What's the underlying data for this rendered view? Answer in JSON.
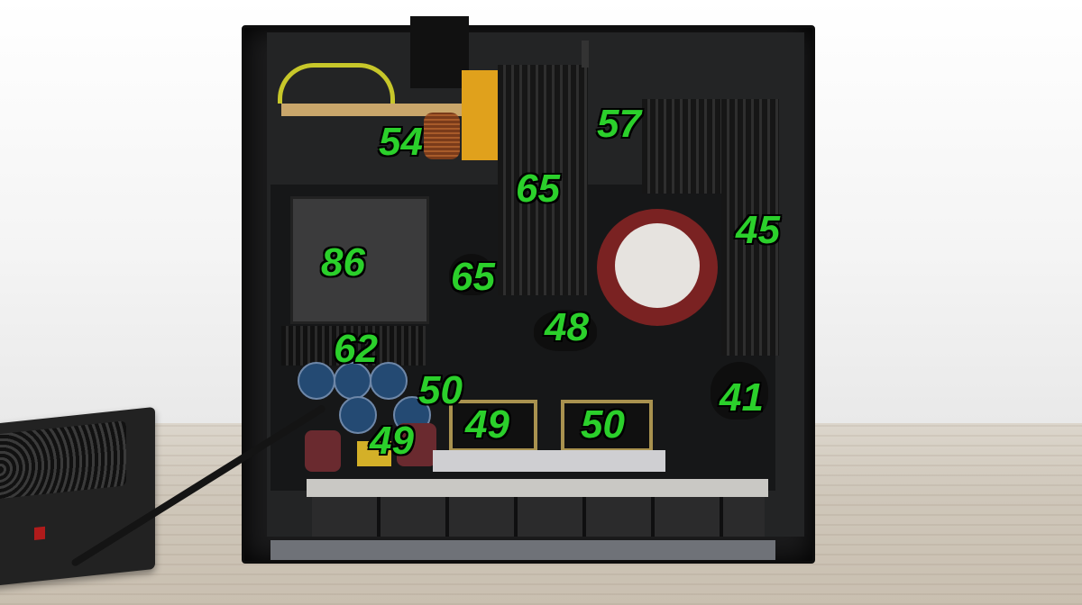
{
  "scene": {
    "subject": "psu-interior-thermal-readings"
  },
  "temperature_labels": [
    {
      "id": "filter-choke",
      "value": "54"
    },
    {
      "id": "primary-heatsink",
      "value": "65"
    },
    {
      "id": "top-right-component",
      "value": "57"
    },
    {
      "id": "right-heatsink",
      "value": "45"
    },
    {
      "id": "main-transformer",
      "value": "86"
    },
    {
      "id": "bridge-area",
      "value": "65"
    },
    {
      "id": "center-mosfet",
      "value": "48"
    },
    {
      "id": "secondary-heatsink",
      "value": "62"
    },
    {
      "id": "output-caps-top",
      "value": "50"
    },
    {
      "id": "right-mosfet",
      "value": "41"
    },
    {
      "id": "dcdc-module-left",
      "value": "49"
    },
    {
      "id": "dcdc-module-right",
      "value": "50"
    },
    {
      "id": "output-caps-bottom",
      "value": "49"
    }
  ],
  "colors": {
    "label": "#2bd02b",
    "label_outline": "#000000"
  }
}
